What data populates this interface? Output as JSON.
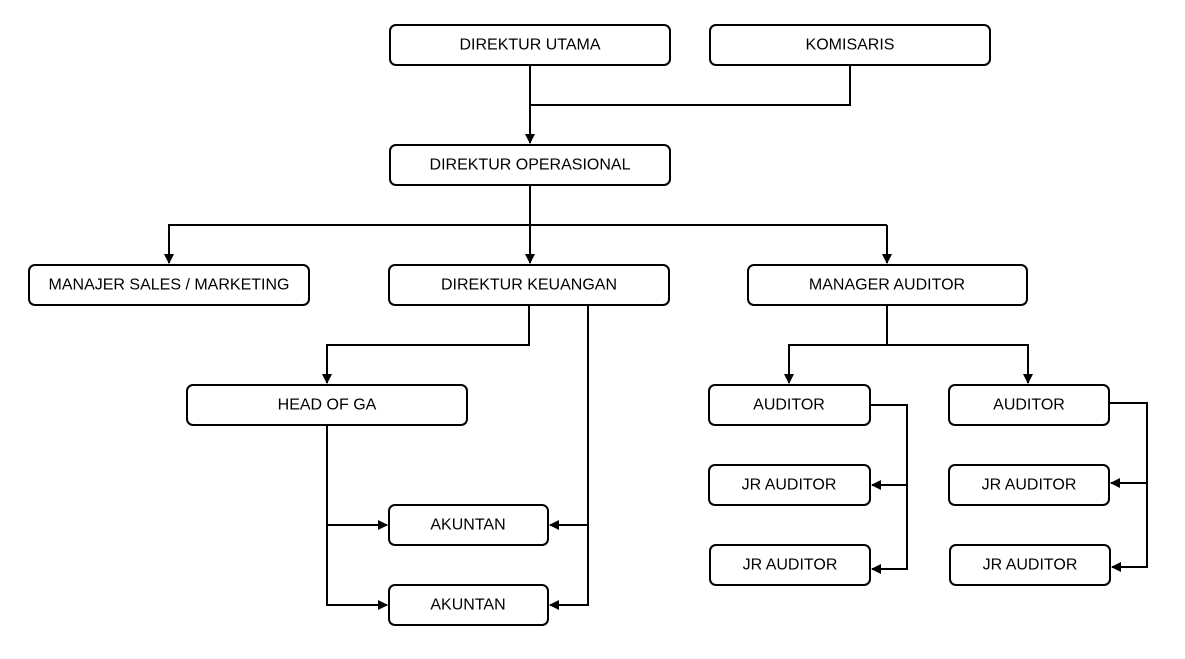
{
  "diagram": {
    "nodes": [
      {
        "id": "direktur-utama",
        "label": "DIREKTUR UTAMA"
      },
      {
        "id": "komisaris",
        "label": "KOMISARIS"
      },
      {
        "id": "direktur-operasional",
        "label": "DIREKTUR OPERASIONAL"
      },
      {
        "id": "manajer-sales-marketing",
        "label": "MANAJER SALES / MARKETING"
      },
      {
        "id": "direktur-keuangan",
        "label": "DIREKTUR KEUANGAN"
      },
      {
        "id": "manager-auditor",
        "label": "MANAGER AUDITOR"
      },
      {
        "id": "head-of-ga",
        "label": "HEAD OF GA"
      },
      {
        "id": "akuntan-1",
        "label": "AKUNTAN"
      },
      {
        "id": "akuntan-2",
        "label": "AKUNTAN"
      },
      {
        "id": "auditor-1",
        "label": "AUDITOR"
      },
      {
        "id": "auditor-2",
        "label": "AUDITOR"
      },
      {
        "id": "jr-auditor-1a",
        "label": "JR AUDITOR"
      },
      {
        "id": "jr-auditor-1b",
        "label": "JR AUDITOR"
      },
      {
        "id": "jr-auditor-2a",
        "label": "JR AUDITOR"
      },
      {
        "id": "jr-auditor-2b",
        "label": "JR AUDITOR"
      }
    ],
    "edges": [
      {
        "from": "direktur-utama",
        "to": "direktur-operasional"
      },
      {
        "from": "komisaris",
        "to": "direktur-operasional"
      },
      {
        "from": "direktur-operasional",
        "to": "manajer-sales-marketing"
      },
      {
        "from": "direktur-operasional",
        "to": "direktur-keuangan"
      },
      {
        "from": "direktur-operasional",
        "to": "manager-auditor"
      },
      {
        "from": "direktur-keuangan",
        "to": "head-of-ga"
      },
      {
        "from": "direktur-keuangan",
        "to": "akuntan-1"
      },
      {
        "from": "direktur-keuangan",
        "to": "akuntan-2"
      },
      {
        "from": "head-of-ga",
        "to": "akuntan-1"
      },
      {
        "from": "head-of-ga",
        "to": "akuntan-2"
      },
      {
        "from": "manager-auditor",
        "to": "auditor-1"
      },
      {
        "from": "manager-auditor",
        "to": "auditor-2"
      },
      {
        "from": "auditor-1",
        "to": "jr-auditor-1a"
      },
      {
        "from": "auditor-1",
        "to": "jr-auditor-1b"
      },
      {
        "from": "auditor-2",
        "to": "jr-auditor-2a"
      },
      {
        "from": "auditor-2",
        "to": "jr-auditor-2b"
      }
    ]
  }
}
